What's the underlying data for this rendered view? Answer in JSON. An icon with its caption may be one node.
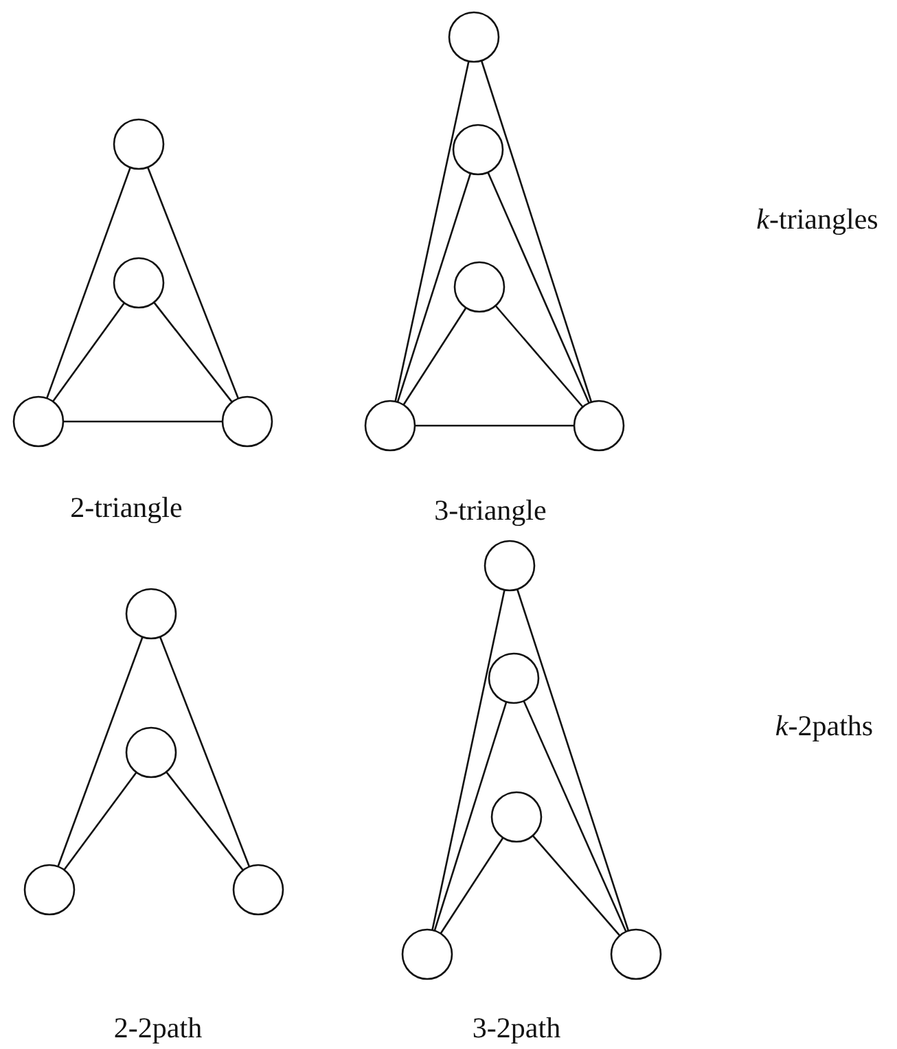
{
  "diagram": {
    "nodes": [
      {
        "text": [],
        "shape": "circle"
      },
      {
        "text": [],
        "shape": "circle"
      },
      {
        "text": [],
        "shape": "circle"
      },
      {
        "text": [],
        "shape": "circle"
      },
      {
        "text": [],
        "shape": "circle"
      },
      {
        "text": [],
        "shape": "circle"
      },
      {
        "text": [],
        "shape": "circle"
      },
      {
        "text": [],
        "shape": "circle"
      },
      {
        "text": [],
        "shape": "circle"
      },
      {
        "text": [],
        "shape": "circle"
      },
      {
        "text": [],
        "shape": "circle"
      },
      {
        "text": [],
        "shape": "circle"
      },
      {
        "text": [],
        "shape": "circle"
      },
      {
        "text": [],
        "shape": "circle"
      },
      {
        "text": [],
        "shape": "circle"
      },
      {
        "text": [],
        "shape": "circle"
      },
      {
        "text": [],
        "shape": "circle"
      },
      {
        "text": [],
        "shape": "circle"
      }
    ],
    "edges": [
      {
        "from": 0,
        "to": 2,
        "arrow": "none"
      },
      {
        "from": 0,
        "to": 3,
        "arrow": "none"
      },
      {
        "from": 1,
        "to": 2,
        "arrow": "none"
      },
      {
        "from": 1,
        "to": 3,
        "arrow": "none"
      },
      {
        "from": 2,
        "to": 3,
        "arrow": "none"
      },
      {
        "from": 4,
        "to": 7,
        "arrow": "none"
      },
      {
        "from": 4,
        "to": 8,
        "arrow": "none"
      },
      {
        "from": 5,
        "to": 7,
        "arrow": "none"
      },
      {
        "from": 5,
        "to": 8,
        "arrow": "none"
      },
      {
        "from": 6,
        "to": 7,
        "arrow": "none"
      },
      {
        "from": 6,
        "to": 8,
        "arrow": "none"
      },
      {
        "from": 7,
        "to": 8,
        "arrow": "none"
      },
      {
        "from": 9,
        "to": 11,
        "arrow": "none"
      },
      {
        "from": 9,
        "to": 12,
        "arrow": "none"
      },
      {
        "from": 10,
        "to": 11,
        "arrow": "none"
      },
      {
        "from": 10,
        "to": 12,
        "arrow": "none"
      },
      {
        "from": 13,
        "to": 16,
        "arrow": "none"
      },
      {
        "from": 13,
        "to": 17,
        "arrow": "none"
      },
      {
        "from": 14,
        "to": 16,
        "arrow": "none"
      },
      {
        "from": 14,
        "to": 17,
        "arrow": "none"
      },
      {
        "from": 15,
        "to": 16,
        "arrow": "none"
      },
      {
        "from": 15,
        "to": 17,
        "arrow": "none"
      }
    ],
    "labels": [
      "*k*-triangles",
      "2-triangle",
      "3-triangle",
      "*k*-2paths",
      "2-2path",
      "3-2path"
    ]
  }
}
